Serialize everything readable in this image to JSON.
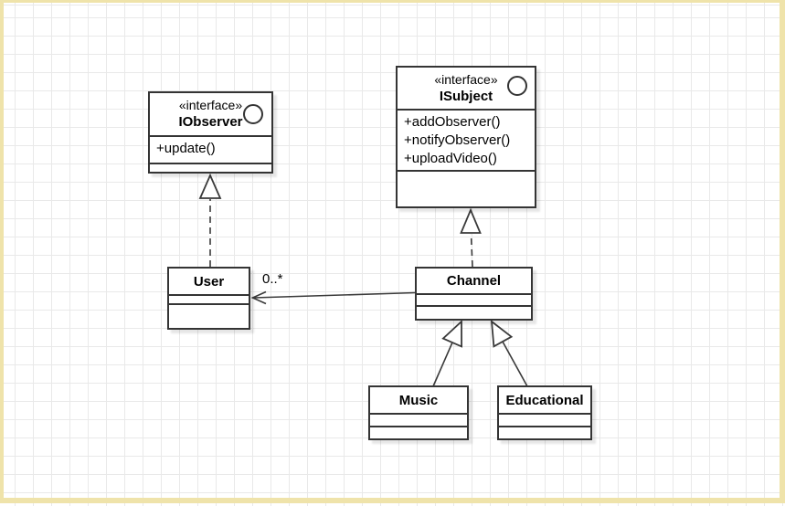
{
  "diagram": {
    "kind": "uml-class-diagram",
    "pattern": "Observer"
  },
  "colors": {
    "frame": "#efe3aa",
    "grid": "#e9e9e9",
    "stroke": "#343434",
    "background": "#ffffff"
  },
  "classes": {
    "iobserver": {
      "stereotype": "«interface»",
      "name": "IObserver",
      "methods": [
        "+update()"
      ]
    },
    "isubject": {
      "stereotype": "«interface»",
      "name": "ISubject",
      "methods": [
        "+addObserver()",
        "+notifyObserver()",
        "+uploadVideo()"
      ]
    },
    "user": {
      "name": "User"
    },
    "channel": {
      "name": "Channel"
    },
    "music": {
      "name": "Music"
    },
    "educational": {
      "name": "Educational"
    }
  },
  "relationships": {
    "user_realizes_iobserver": {
      "type": "realization",
      "from": "User",
      "to": "IObserver"
    },
    "channel_realizes_isubject": {
      "type": "realization",
      "from": "Channel",
      "to": "ISubject"
    },
    "channel_to_user": {
      "type": "association",
      "from": "Channel",
      "to": "User",
      "multiplicity": "0..*"
    },
    "music_extends_channel": {
      "type": "generalization",
      "from": "Music",
      "to": "Channel"
    },
    "educational_extends_channel": {
      "type": "generalization",
      "from": "Educational",
      "to": "Channel"
    }
  }
}
